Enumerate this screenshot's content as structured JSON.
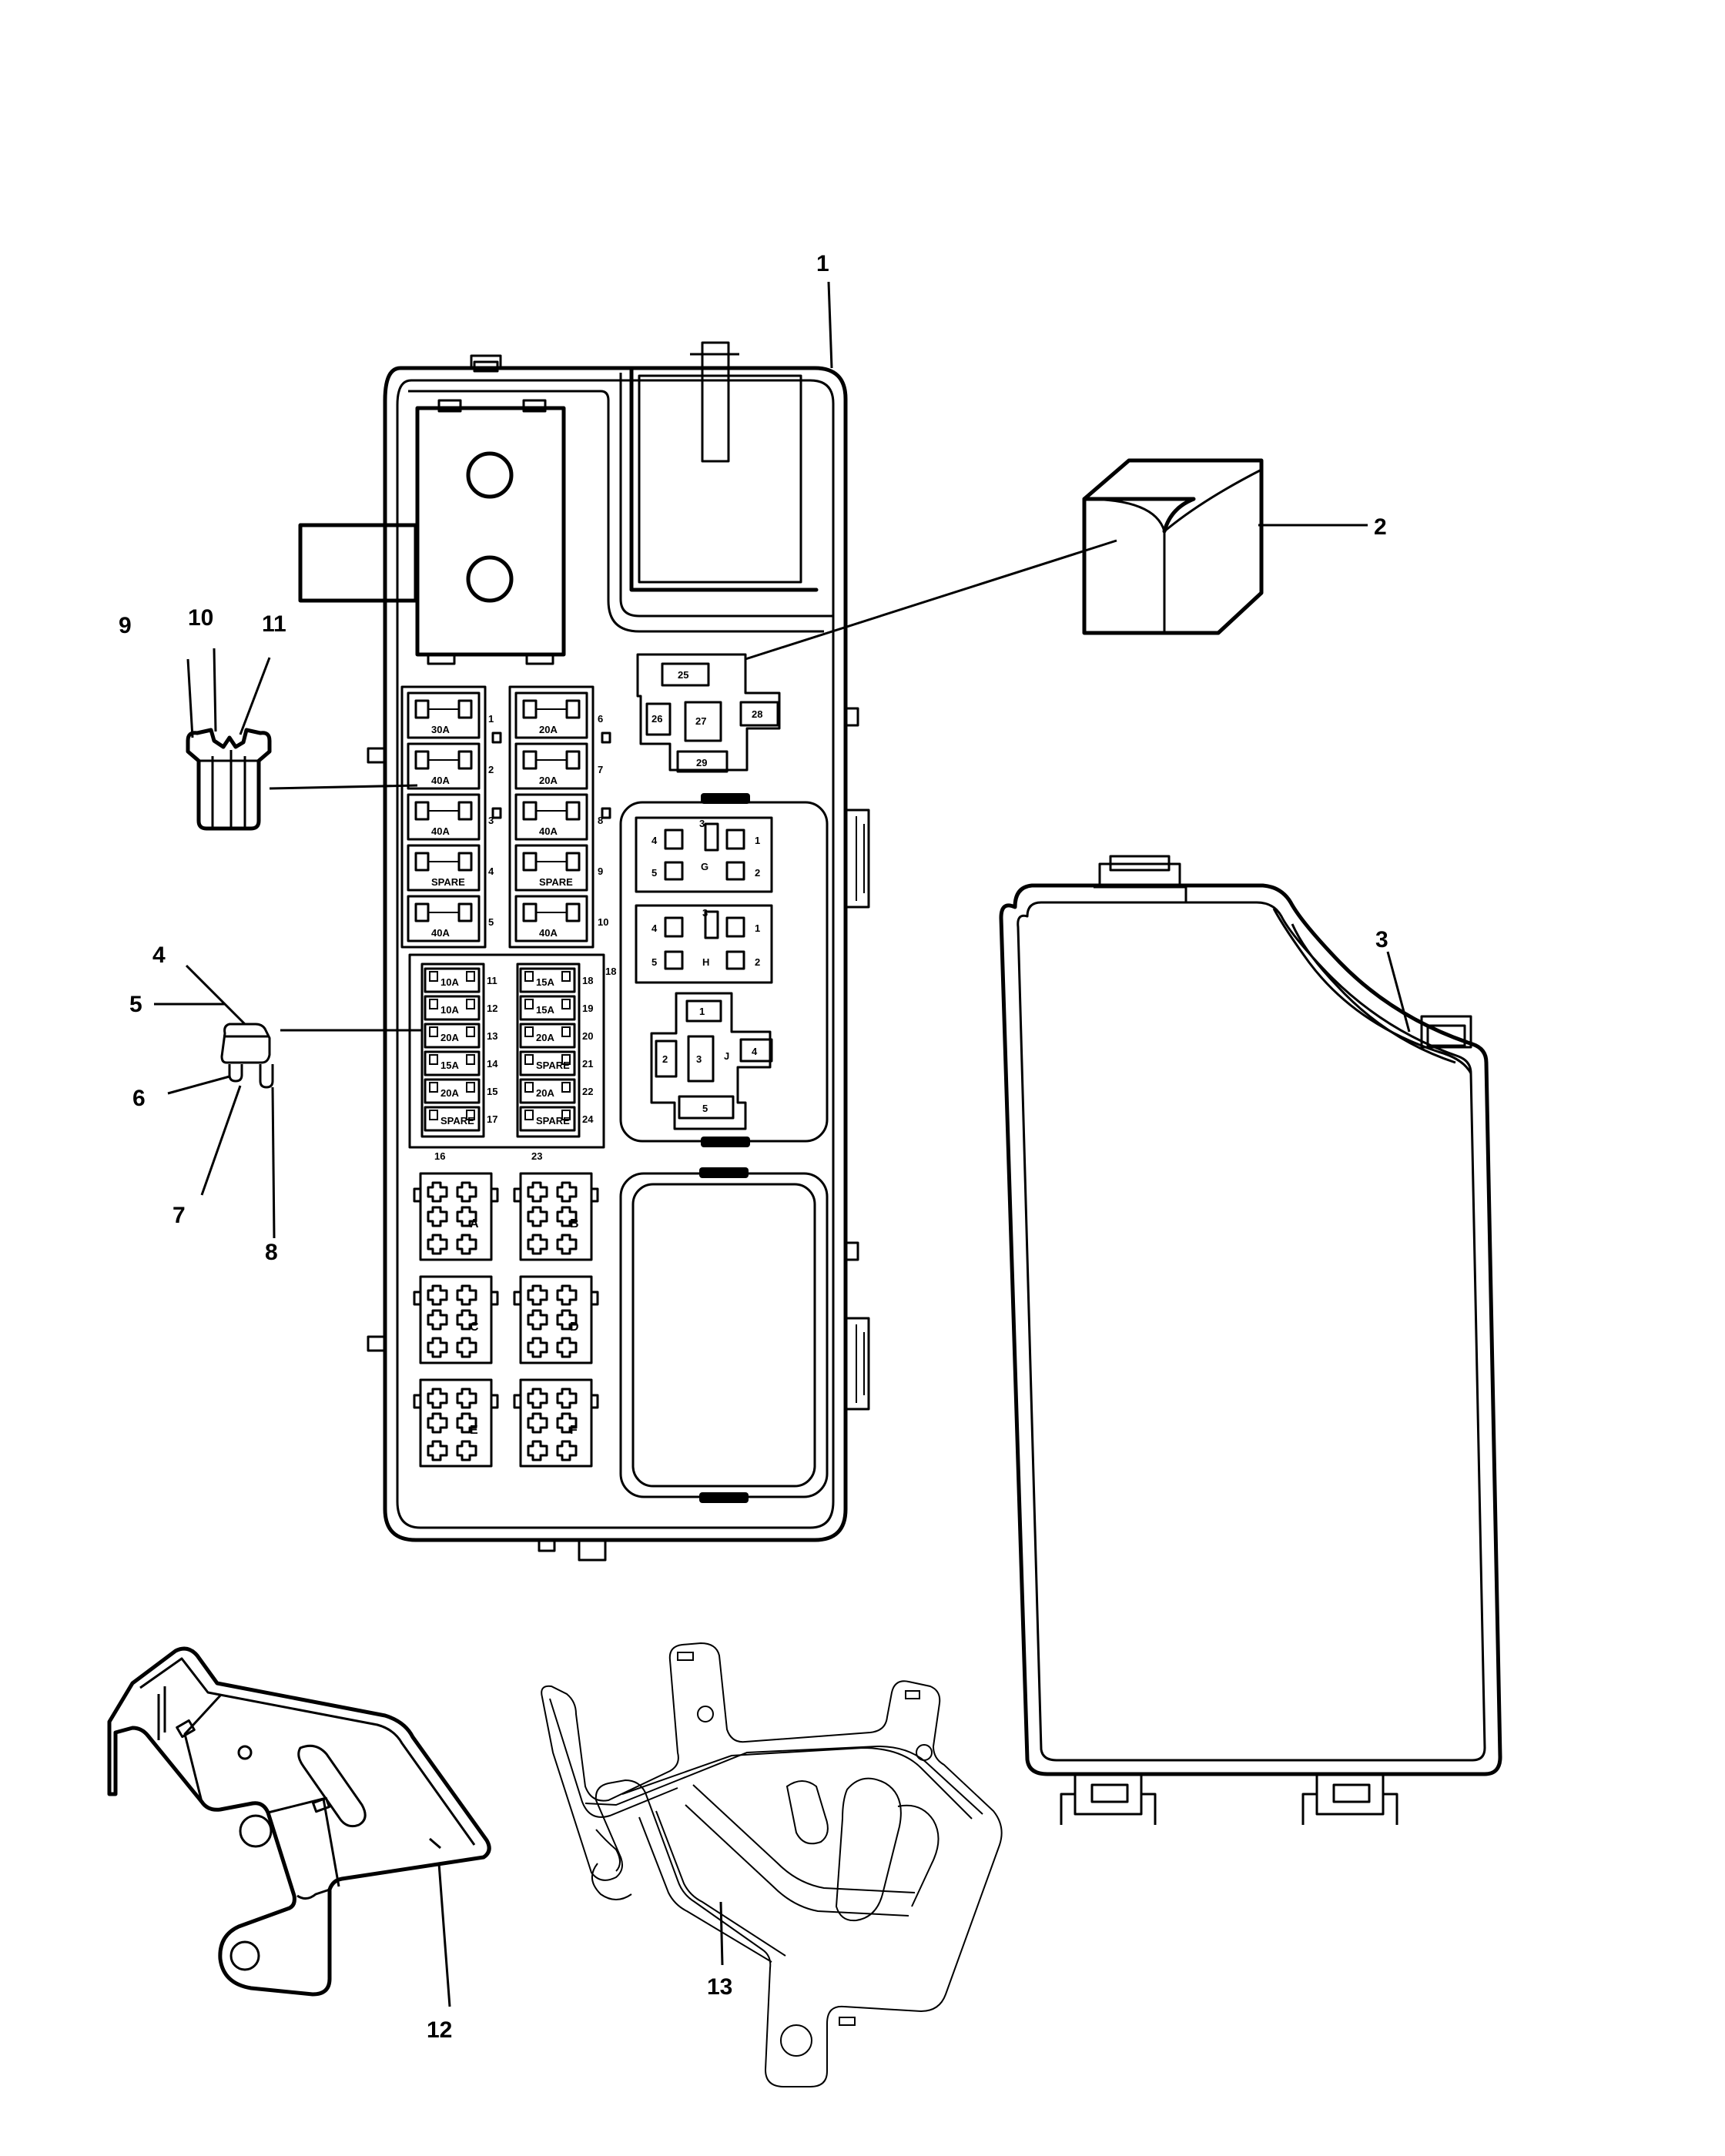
{
  "callouts": {
    "c1": "1",
    "c2": "2",
    "c3": "3",
    "c4": "4",
    "c5": "5",
    "c6": "6",
    "c7": "7",
    "c8": "8",
    "c9": "9",
    "c10": "10",
    "c11": "11",
    "c12": "12",
    "c13": "13"
  },
  "fuses_left": [
    {
      "label": "30A",
      "num": "1"
    },
    {
      "label": "40A",
      "num": "2"
    },
    {
      "label": "40A",
      "num": "3"
    },
    {
      "label": "SPARE",
      "num": "4"
    },
    {
      "label": "40A",
      "num": "5"
    }
  ],
  "fuses_right": [
    {
      "label": "20A",
      "num": "6"
    },
    {
      "label": "20A",
      "num": "7"
    },
    {
      "label": "40A",
      "num": "8"
    },
    {
      "label": "SPARE",
      "num": "9"
    },
    {
      "label": "40A",
      "num": "10"
    }
  ],
  "mini_left": [
    {
      "label": "10A",
      "num": "11"
    },
    {
      "label": "10A",
      "num": "12"
    },
    {
      "label": "20A",
      "num": "13"
    },
    {
      "label": "15A",
      "num": "14"
    },
    {
      "label": "20A",
      "num": "15"
    },
    {
      "label": "SPARE",
      "num": "17"
    }
  ],
  "mini_right": [
    {
      "label": "15A",
      "num": "18"
    },
    {
      "label": "15A",
      "num": "19"
    },
    {
      "label": "20A",
      "num": "20"
    },
    {
      "label": "SPARE",
      "num": "21"
    },
    {
      "label": "20A",
      "num": "22"
    },
    {
      "label": "SPARE",
      "num": "24"
    }
  ],
  "mini_extra": {
    "n16": "16",
    "n23": "23",
    "n18top": "18"
  },
  "relay_top": {
    "r25": "25",
    "r26": "26",
    "r27": "27",
    "r28": "28",
    "r29": "29"
  },
  "relay_g": {
    "letter": "G",
    "p1": "1",
    "p2": "2",
    "p3": "3",
    "p4": "4",
    "p5": "5"
  },
  "relay_h": {
    "letter": "H",
    "p1": "1",
    "p2": "2",
    "p3": "3",
    "p4": "4",
    "p5": "5"
  },
  "relay_j": {
    "letter": "J",
    "p1": "1",
    "p2": "2",
    "p3": "3",
    "p4": "4",
    "p5": "5"
  },
  "socket_letters": [
    "A",
    "B",
    "C",
    "D",
    "E",
    "F"
  ]
}
